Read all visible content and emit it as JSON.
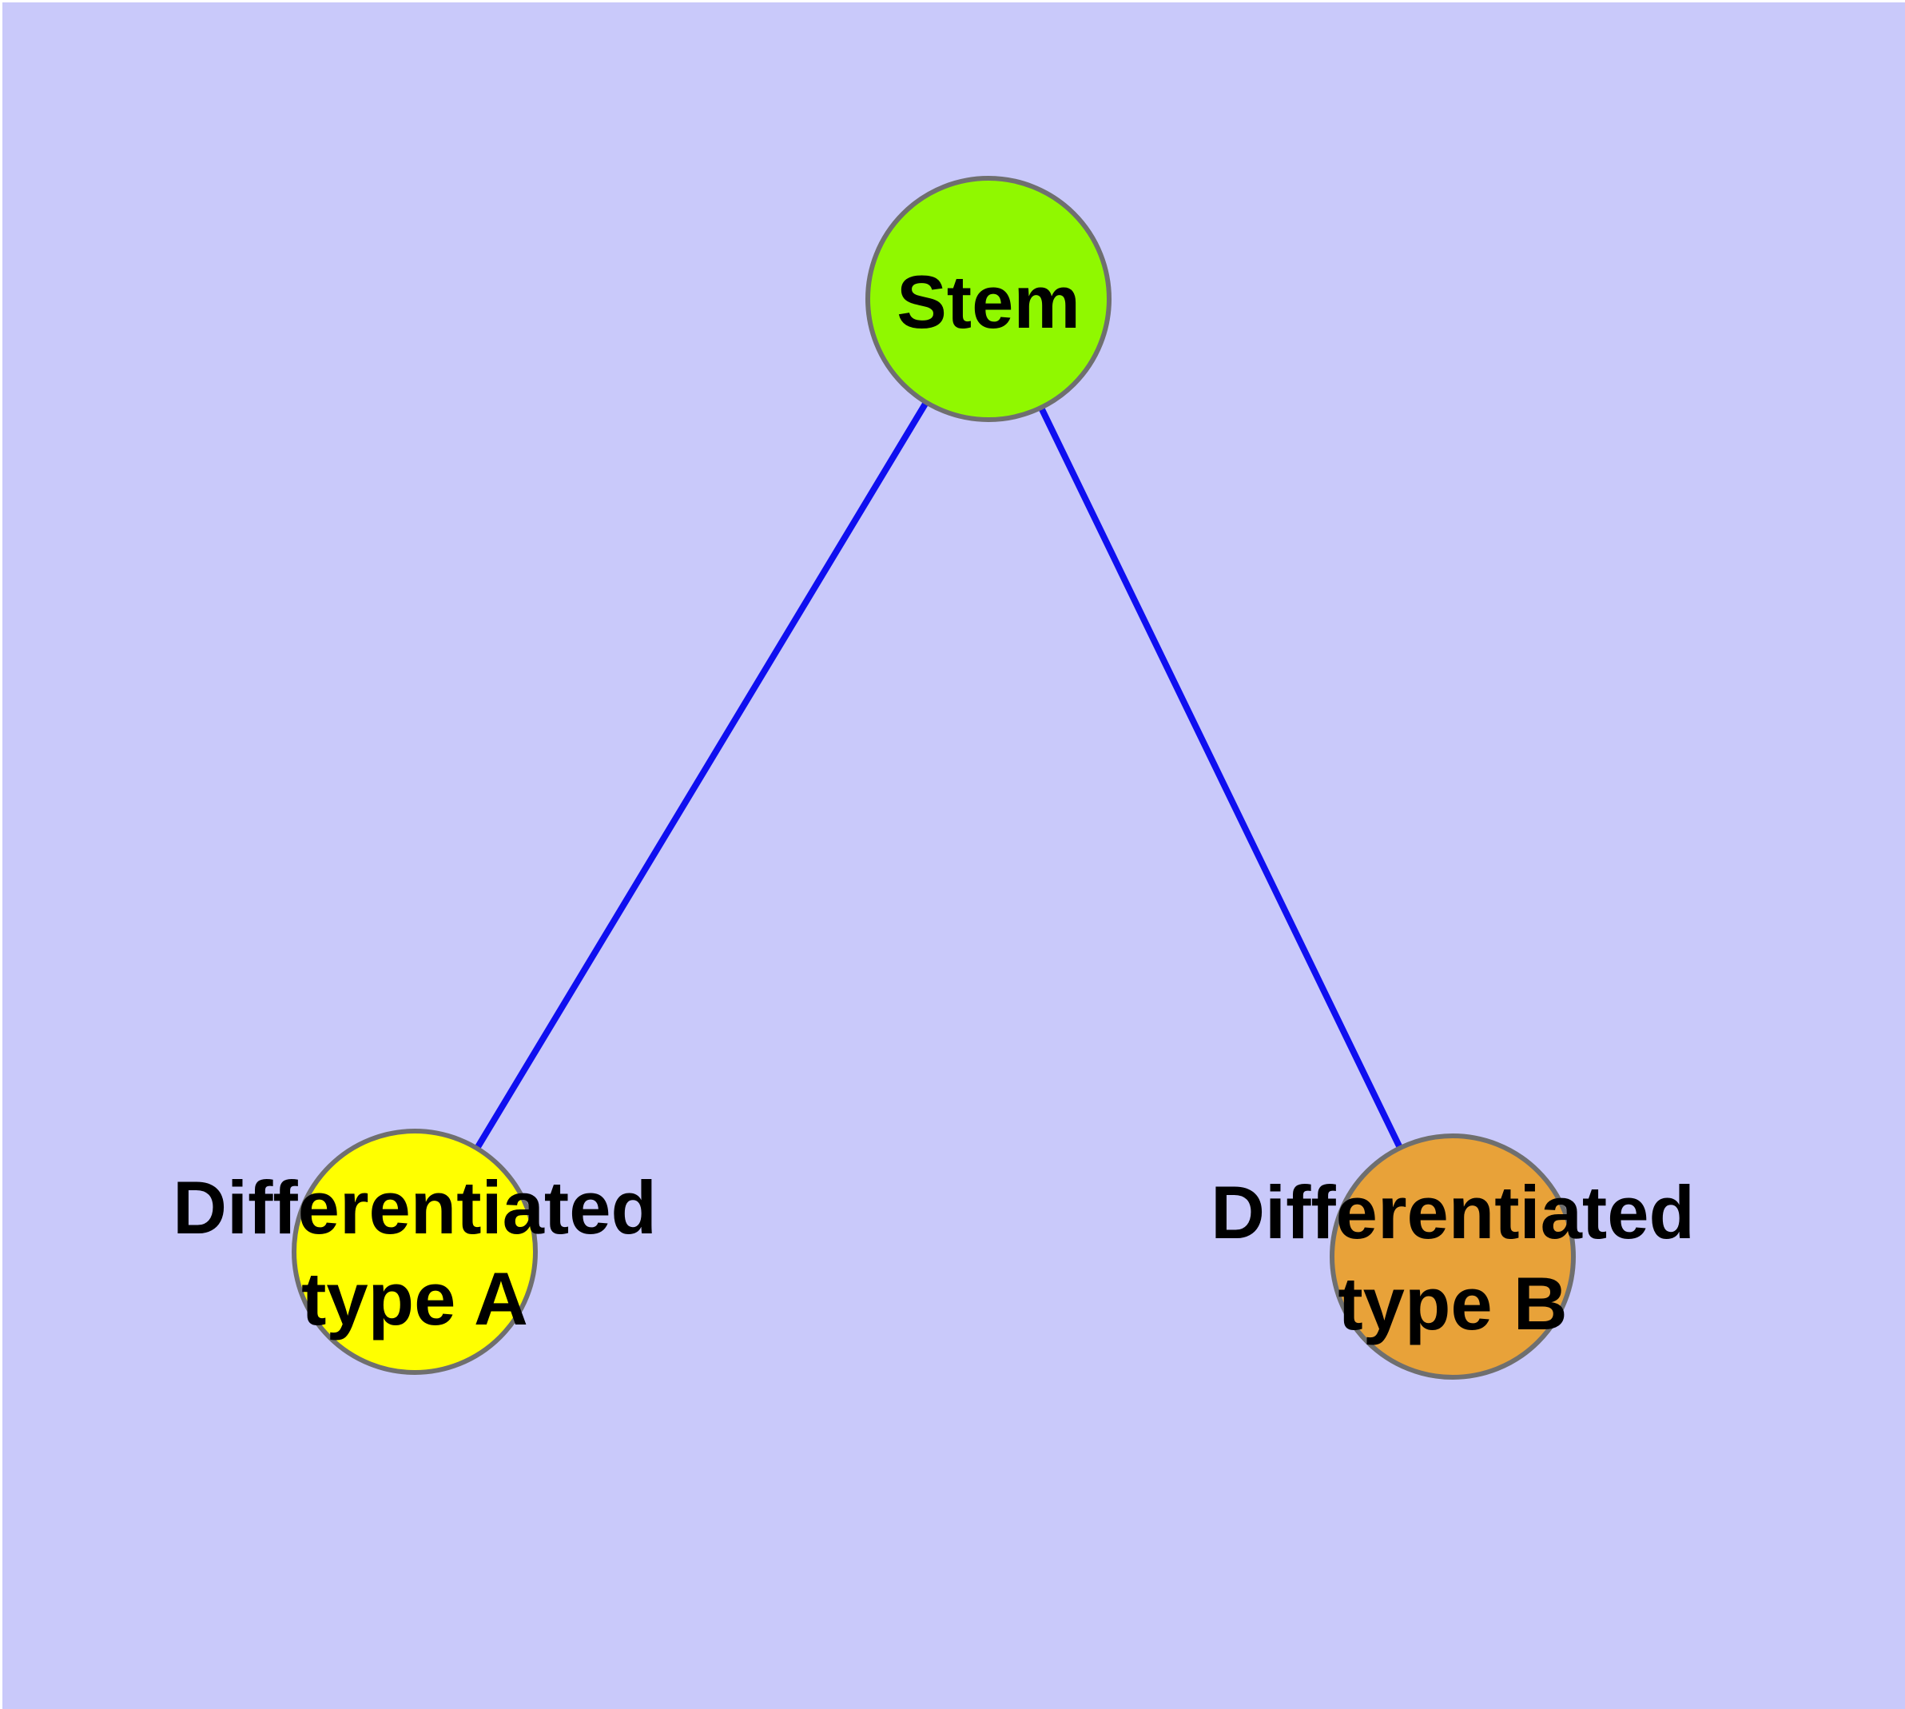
{
  "diagram": {
    "background_color": "#C9C9FA",
    "edge_color": "#0F0FF0",
    "node_border_color": "#6F6F6F",
    "text_color": "#000000",
    "nodes": [
      {
        "id": "stem",
        "label": "Stem",
        "fill_color": "#90F800"
      },
      {
        "id": "differentiated-type-a",
        "label": "Differentiated type A",
        "label_line1": "Differentiated",
        "label_line2": "type A",
        "fill_color": "#FFFF00"
      },
      {
        "id": "differentiated-type-b",
        "label": "Differentiated type B",
        "label_line1": "Differentiated",
        "label_line2": "type B",
        "fill_color": "#E8A239"
      }
    ],
    "edges": [
      {
        "from": "Stem",
        "to": "Differentiated type A"
      },
      {
        "from": "Stem",
        "to": "Differentiated type B"
      }
    ]
  }
}
